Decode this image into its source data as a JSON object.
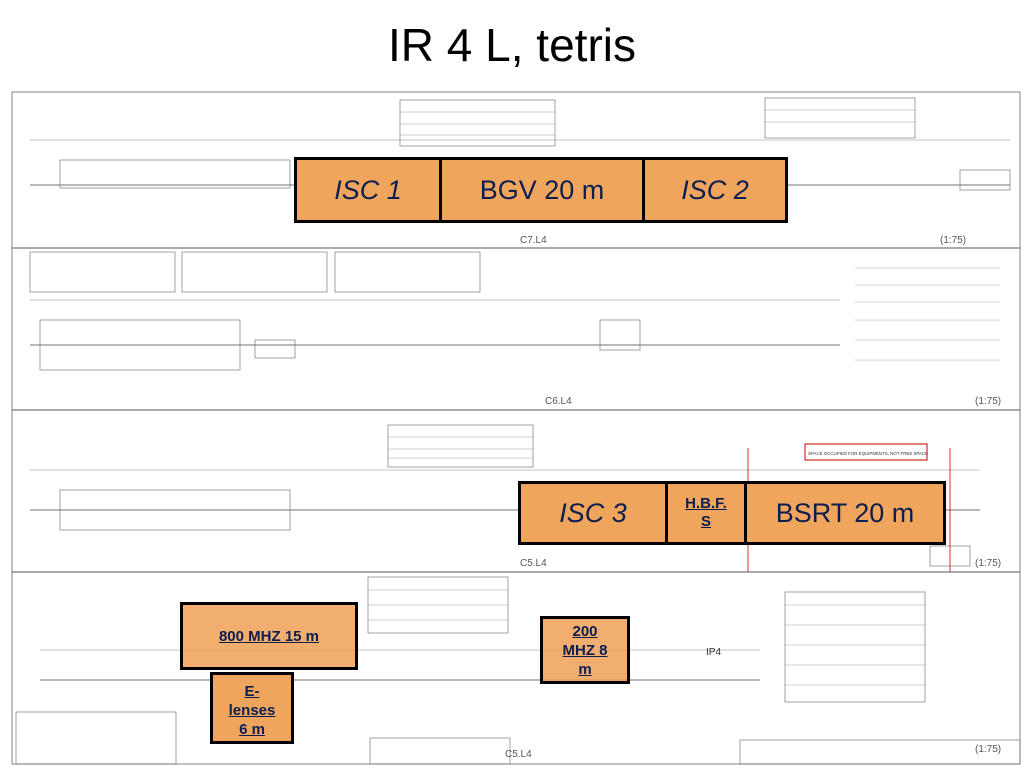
{
  "title": "IR 4 L, tetris",
  "sections": [
    {
      "label": "C7.L4",
      "scale": "(1:75)"
    },
    {
      "label": "C6.L4",
      "scale": "(1:75)"
    },
    {
      "label": "C5.L4",
      "scale": "(1:75)"
    },
    {
      "label": "C5.L4",
      "scale": "(1:75)"
    }
  ],
  "boxes": {
    "isc1": "ISC 1",
    "bgv": "BGV 20 m",
    "isc2": "ISC 2",
    "isc3": "ISC 3",
    "hbfs": "H.B.F.\nS",
    "bsrt": "BSRT 20 m",
    "mhz800": "800 MHZ 15 m",
    "elenses": "E-\nlenses\n6 m",
    "mhz200": "200\nMHZ 8\nm"
  },
  "labels": {
    "space_occupied": "SPACE OCCUPIED FOR EQUIPMENTS, NOT FREE SPACE",
    "ip4": "IP4"
  },
  "colors": {
    "box_fill": "#f0a55c",
    "box_text": "#0c1e4f",
    "space_box_border": "#cc0000"
  }
}
